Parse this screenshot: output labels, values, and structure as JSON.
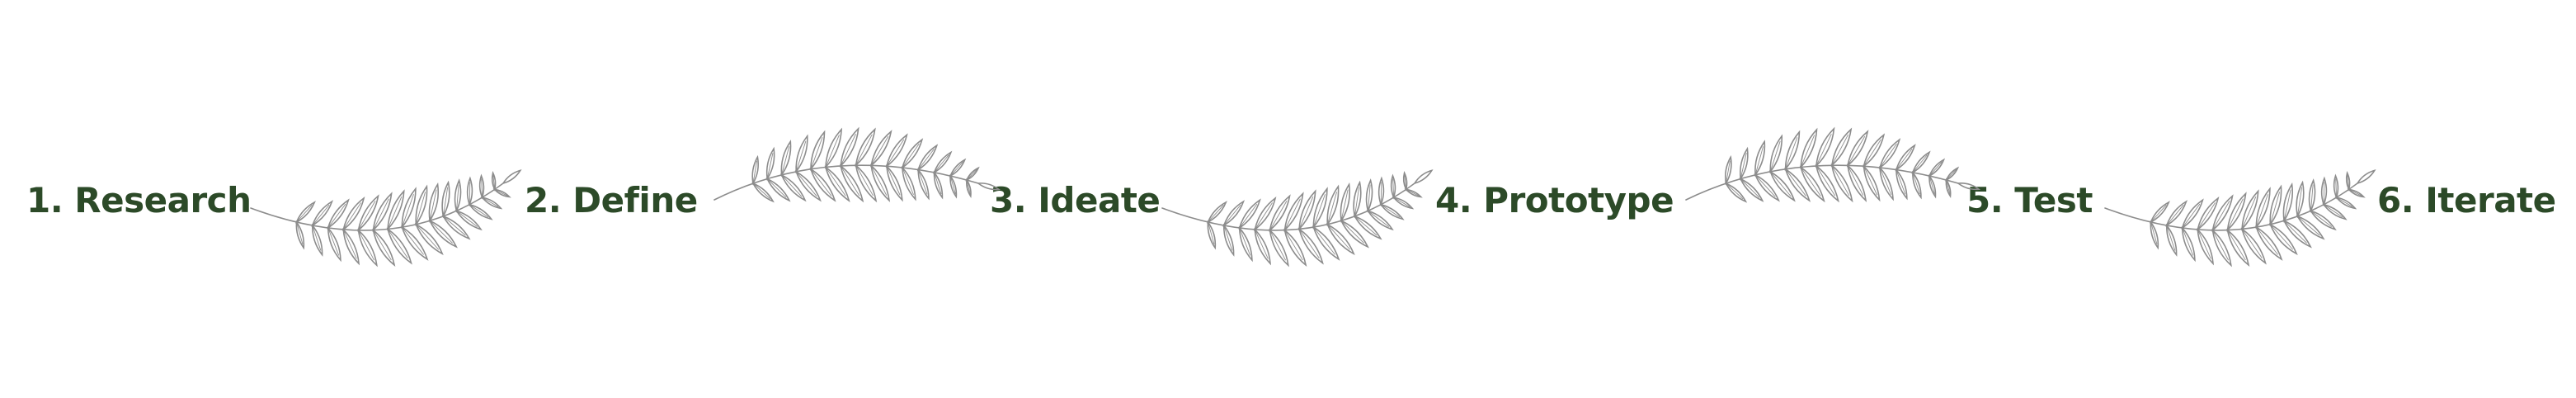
{
  "colors": {
    "label": "#2c4a28",
    "leaf_stroke": "#8c8c8c",
    "background": "#ffffff"
  },
  "steps": [
    {
      "label": "1. Research"
    },
    {
      "label": "2. Define"
    },
    {
      "label": "3. Ideate"
    },
    {
      "label": "4. Prototype"
    },
    {
      "label": "5. Test"
    },
    {
      "label": "6. Iterate"
    }
  ],
  "connectors": [
    {
      "icon": "fern-branch-icon",
      "orientation": "down"
    },
    {
      "icon": "fern-branch-icon",
      "orientation": "up"
    },
    {
      "icon": "fern-branch-icon",
      "orientation": "down"
    },
    {
      "icon": "fern-branch-icon",
      "orientation": "up"
    },
    {
      "icon": "fern-branch-icon",
      "orientation": "down"
    }
  ]
}
